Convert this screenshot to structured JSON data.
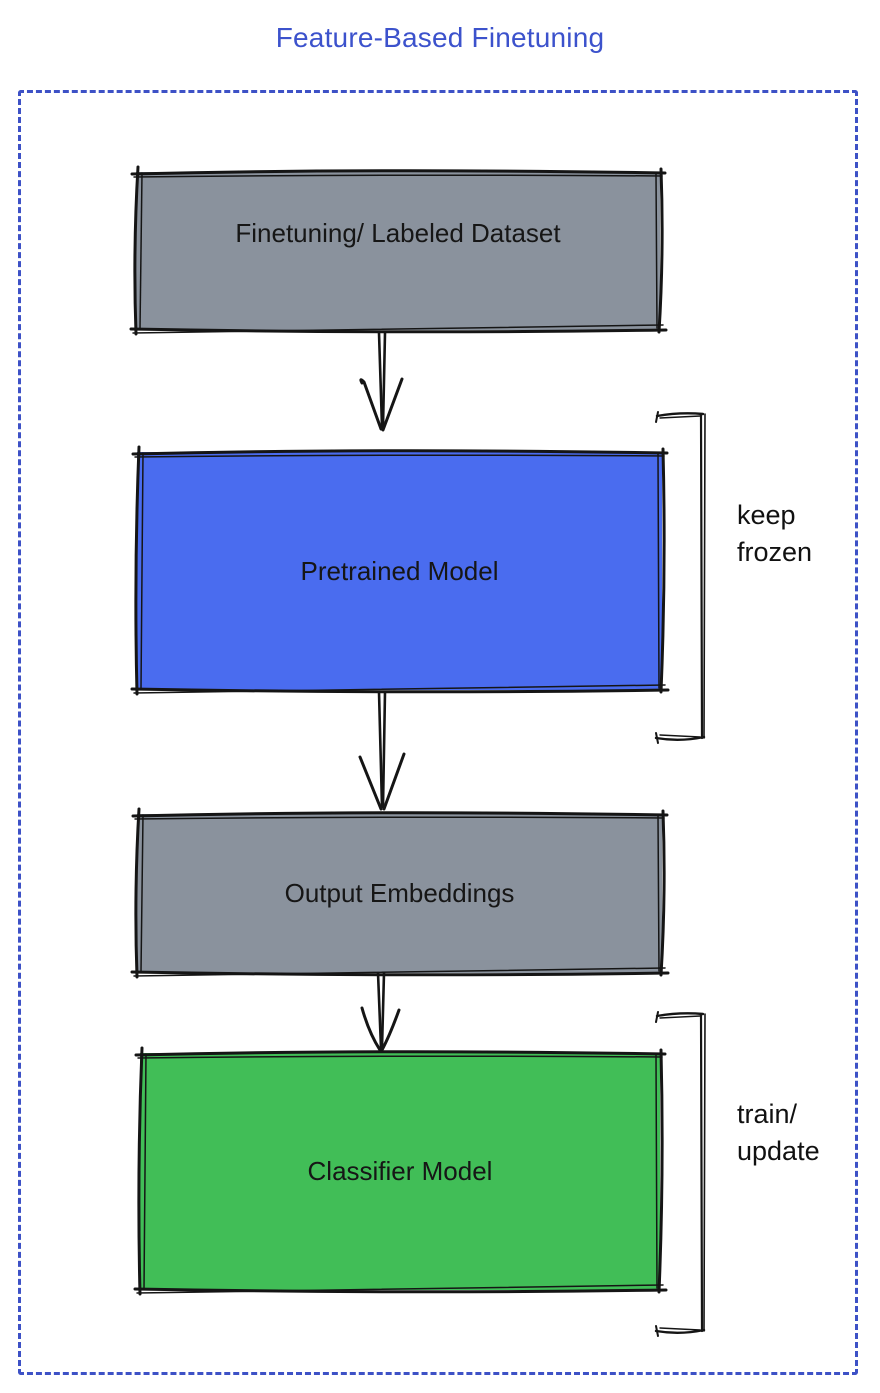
{
  "title": "Feature-Based Finetuning",
  "colors": {
    "title": "#3C52CC",
    "frame": "#3D51C6",
    "gray_fill": "#8A929D",
    "blue_fill": "#4A6CEF",
    "green_fill": "#41BE57",
    "ink": "#151515"
  },
  "nodes": [
    {
      "id": "finetuning-dataset",
      "label": "Finetuning/ Labeled Dataset",
      "fill": "#8A929D"
    },
    {
      "id": "pretrained-model",
      "label": "Pretrained Model",
      "fill": "#4A6CEF"
    },
    {
      "id": "output-embeddings",
      "label": "Output Embeddings",
      "fill": "#8A929D"
    },
    {
      "id": "classifier-model",
      "label": "Classifier Model",
      "fill": "#41BE57"
    }
  ],
  "annotations": [
    {
      "id": "keep-frozen",
      "line1": "keep",
      "line2": "frozen"
    },
    {
      "id": "train-update",
      "line1": "train/",
      "line2": "update"
    }
  ]
}
